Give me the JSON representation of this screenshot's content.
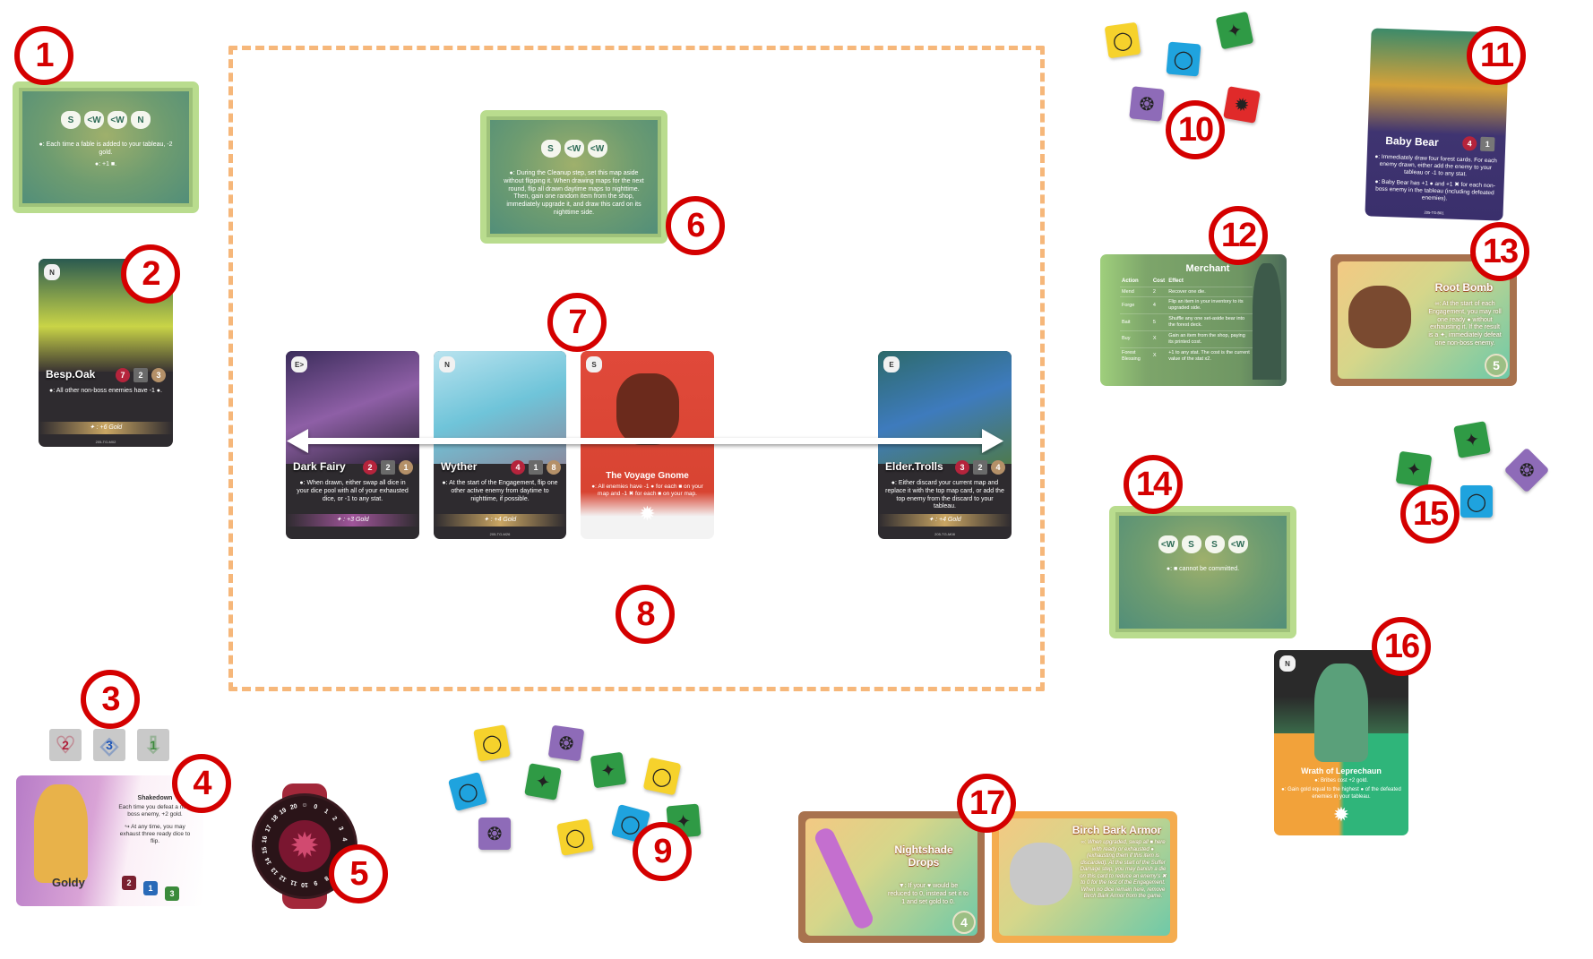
{
  "markers": [
    "1",
    "2",
    "3",
    "4",
    "5",
    "6",
    "7",
    "8",
    "9",
    "10",
    "11",
    "12",
    "13",
    "14",
    "15",
    "16",
    "17"
  ],
  "location_cards": [
    {
      "id": "loc1",
      "glyphs": [
        "S",
        "<W",
        "<W",
        "N"
      ],
      "lines": [
        "●: Each time a fable is added to your tableau, -2 gold.",
        "●: +1 ■."
      ]
    },
    {
      "id": "loc6",
      "glyphs": [
        "S",
        "<W",
        "<W"
      ],
      "lines": [
        "●: During the Cleanup step, set this map aside without flipping it. When drawing maps for the next round, flip all drawn daytime maps to nighttime. Then, gain one random item from the shop, immediately upgrade it, and draw this card on its nighttime side."
      ]
    },
    {
      "id": "loc14",
      "glyphs": [
        "<W",
        "S",
        "S",
        "<W"
      ],
      "lines": [
        "●: ■ cannot be committed."
      ]
    }
  ],
  "enemy_cards": [
    {
      "id": "oak",
      "dir": "N",
      "name": "Besp.Oak",
      "health": "7",
      "attack": "2",
      "gold": "3",
      "text": "●: All other non-boss enemies have -1 ●.",
      "reward": "✦ : +6 Gold",
      "code": "205-TG-M02",
      "color": "#caa663"
    },
    {
      "id": "fairy",
      "dir": "E>",
      "name": "Dark Fairy",
      "health": "2",
      "attack": "2",
      "gold": "1",
      "text": "●: When drawn, either swap all dice in your dice pool with all of your exhausted dice, or -1 to any stat.",
      "reward": "✦ : +3 Gold",
      "code": "",
      "color": "#a0559a"
    },
    {
      "id": "wyther",
      "dir": "N",
      "name": "Wyther",
      "health": "4",
      "attack": "1",
      "gold": "8",
      "text": "●: At the start of the Engagement, flip one other active enemy from daytime to nighttime, if possible.",
      "reward": "✦ : +4 Gold",
      "code": "205-TG-M26",
      "color": "#caa663"
    },
    {
      "id": "trolls",
      "dir": "E",
      "name": "Elder.Trolls",
      "health": "3",
      "attack": "2",
      "gold": "4",
      "text": "●: Either discard your current map and replace it with the top map card, or add the top enemy from the discard to your tableau.",
      "reward": "✦ : +4 Gold",
      "code": "205-TG-M08",
      "color": "#caa663"
    }
  ],
  "fable_card": {
    "dir": "S",
    "name": "The Voyage Gnome",
    "text": "●: All enemies have -1 ● for each ■ on your map and -1 ✖ for each ■ on your map."
  },
  "boss_card": {
    "name": "Baby Bear",
    "health": "4",
    "attack": "1",
    "lines": [
      "●: Immediately draw four forest cards. For each enemy drawn, either add the enemy to your tableau or -1 to any stat.",
      "●: Baby Bear has +1 ● and +1 ✖ for each non-boss enemy in the tableau (including defeated enemies)."
    ],
    "code": "205-TG-B01"
  },
  "merchant": {
    "title": "Merchant",
    "headers": [
      "Action",
      "Cost",
      "Effect"
    ],
    "rows": [
      [
        "Mend",
        "2",
        "Recover one die."
      ],
      [
        "Forge",
        "4",
        "Flip an item in your inventory to its upgraded side."
      ],
      [
        "Bait",
        "5",
        "Shuffle any one set-aside bear into the forest deck."
      ],
      [
        "Buy",
        "X",
        "Gain an item from the shop, paying its printed cost."
      ],
      [
        "Forest Blessing",
        "X",
        "+1 to any stat. The cost is the current value of the stat x2."
      ]
    ]
  },
  "items": [
    {
      "id": "rootbomb",
      "title": "Root Bomb",
      "text": "∞: At the start of each Engagement, you may roll one ready ● without exhausting it. If the result is a ✦, immediately defeat one non-boss enemy.",
      "cost": "5"
    },
    {
      "id": "nightshade",
      "title": "Nightshade Drops",
      "text": "▼: If your ♥ would be reduced to 0, instead set it to 1 and set gold to 0.",
      "cost": "4"
    },
    {
      "id": "birch",
      "title": "Birch Bark Armor",
      "text": "∞: When upgraded, swap all ■ here with ready or exhausted ● (exhausting them if this item is discarded). At the start of the Suffer Damage step, you may banish a die on this card to reduce an enemy's ✖ to 0 for the rest of the Engagement. When no dice remain here, remove Birch Bark Armor from the game.",
      "cost": ""
    }
  ],
  "leprechaun": {
    "dir": "N",
    "name": "Wrath of Leprechaun",
    "lines": [
      "●: Bribes cost +2 gold.",
      "●: Gain gold equal to the highest ● of the defeated enemies in your tableau."
    ]
  },
  "hero": {
    "name": "Goldy",
    "ability": "Shakedown",
    "lines": [
      "Each time you defeat a non-boss enemy, +2 gold.",
      "↪ At any time, you may exhaust three ready dice to flip."
    ],
    "stats": [
      "2",
      "1",
      "3"
    ]
  },
  "stat_tokens": [
    {
      "label": "2",
      "icon": "heart-icon",
      "color": "#b0203a"
    },
    {
      "label": "3",
      "icon": "shield-icon",
      "color": "#1d55b8"
    },
    {
      "label": "1",
      "icon": "arrow-down-icon",
      "color": "#3b8a3b"
    }
  ],
  "dial": {
    "numbers": [
      "☺",
      "0",
      "1",
      "2",
      "3",
      "4",
      "5",
      "6",
      "7",
      "8",
      "9",
      "10",
      "11",
      "12",
      "13",
      "14",
      "15",
      "16",
      "17",
      "18",
      "19",
      "20"
    ]
  },
  "dice_colors": {
    "yellow": "#f6d22c",
    "blue": "#1fa3de",
    "green": "#2f9a45",
    "purple": "#8e6bb8",
    "red": "#e02a2a"
  },
  "dice_groups": {
    "group9": [
      "yellow",
      "purple",
      "blue",
      "green",
      "green",
      "yellow",
      "purple",
      "yellow",
      "blue",
      "green"
    ],
    "group10": [
      "yellow",
      "blue",
      "green",
      "purple",
      "red"
    ],
    "group15": [
      "green",
      "green",
      "purple",
      "blue"
    ]
  }
}
